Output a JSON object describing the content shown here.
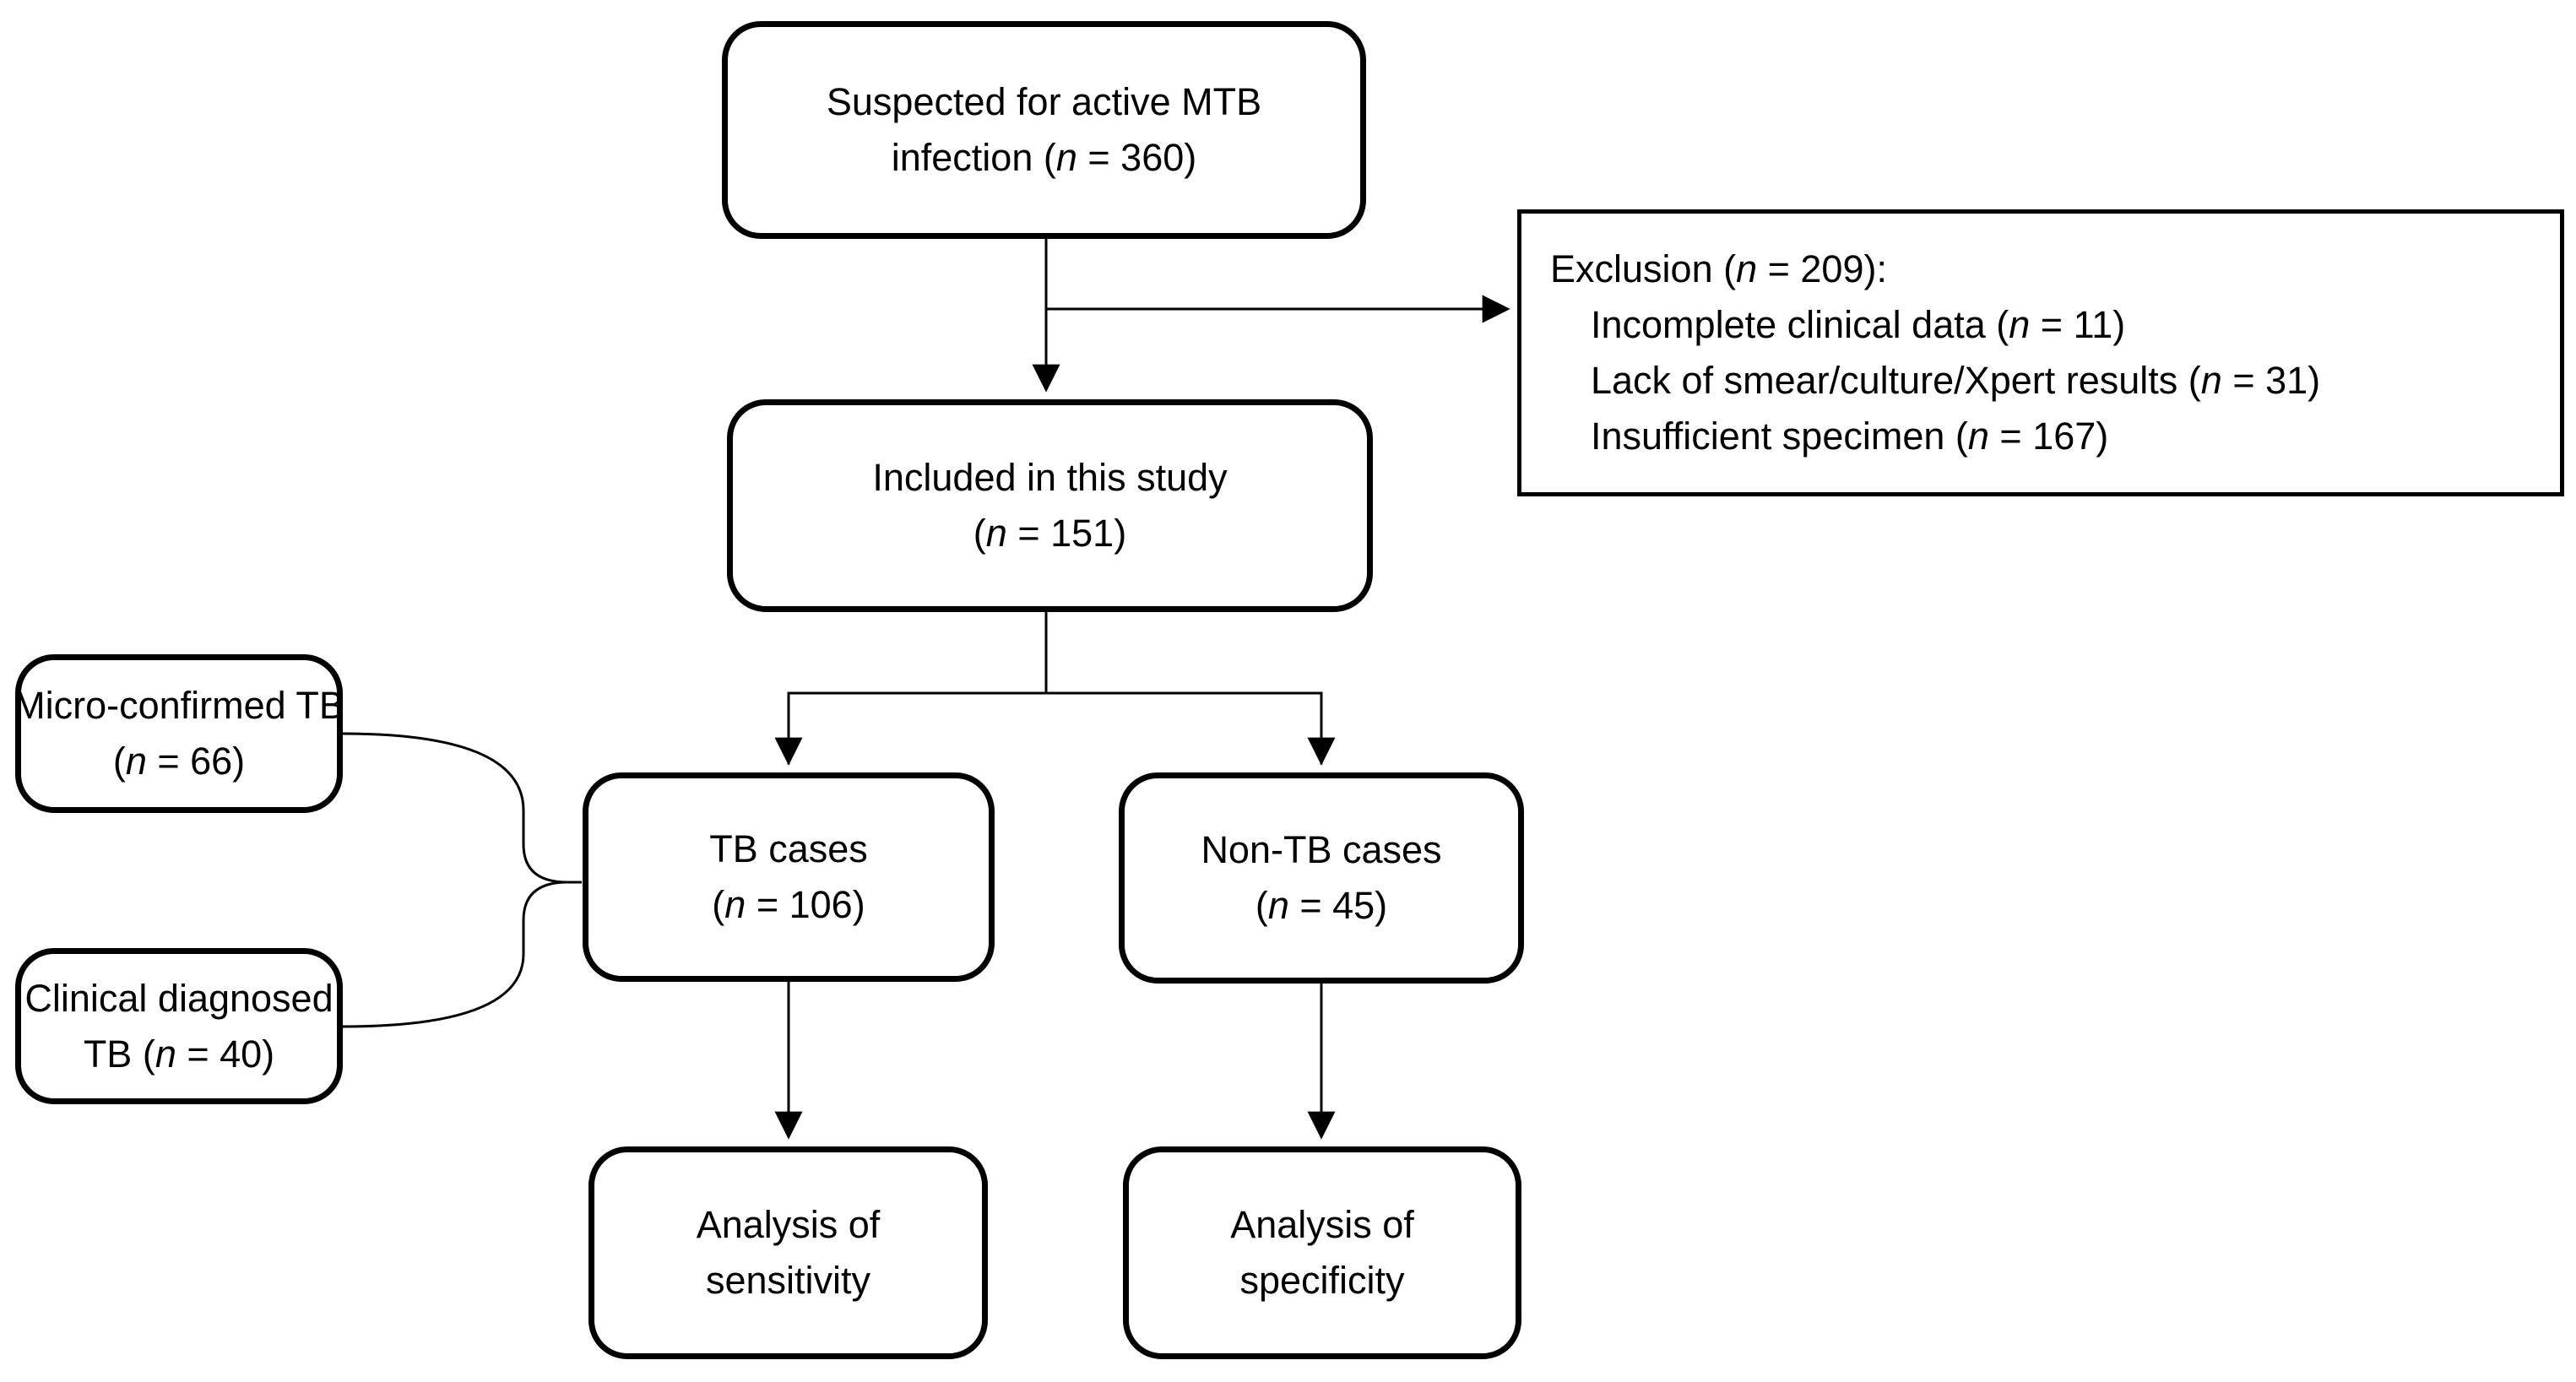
{
  "figure": {
    "background_color": "#ffffff",
    "line_color": "#000000",
    "text_color": "#000000"
  },
  "nodes": {
    "suspected": {
      "id": "suspected-for-active-mtb-infection",
      "n": 360,
      "lines": [
        [
          {
            "t": "Suspected for active MTB"
          }
        ],
        [
          {
            "t": "infection ("
          },
          {
            "t": "n",
            "italic": true
          },
          {
            "t": " = 360)"
          }
        ]
      ]
    },
    "exclusion": {
      "id": "exclusion",
      "n": 209,
      "lines": [
        [
          {
            "t": "Exclusion ("
          },
          {
            "t": "n",
            "italic": true
          },
          {
            "t": " = 209):"
          }
        ],
        [
          {
            "t": "Incomplete clinical data ("
          },
          {
            "t": "n",
            "italic": true
          },
          {
            "t": " = 11)"
          }
        ],
        [
          {
            "t": "Lack of smear/culture/Xpert results ("
          },
          {
            "t": "n",
            "italic": true
          },
          {
            "t": " = 31)"
          }
        ],
        [
          {
            "t": "Insufficient specimen ("
          },
          {
            "t": "n",
            "italic": true
          },
          {
            "t": " = 167)"
          }
        ]
      ]
    },
    "included": {
      "id": "included-in-this-study",
      "n": 151,
      "lines": [
        [
          {
            "t": "Included in this study"
          }
        ],
        [
          {
            "t": "("
          },
          {
            "t": "n",
            "italic": true
          },
          {
            "t": " = 151)"
          }
        ]
      ]
    },
    "micro": {
      "id": "micro-confirmed-tb",
      "n": 66,
      "lines": [
        [
          {
            "t": "Micro-confirmed TB"
          }
        ],
        [
          {
            "t": "("
          },
          {
            "t": "n",
            "italic": true
          },
          {
            "t": " = 66)"
          }
        ]
      ]
    },
    "clinical": {
      "id": "clinical-diagnosed-tb",
      "n": 40,
      "lines": [
        [
          {
            "t": "Clinical diagnosed"
          }
        ],
        [
          {
            "t": "TB ("
          },
          {
            "t": "n",
            "italic": true
          },
          {
            "t": " = 40)"
          }
        ]
      ]
    },
    "tb": {
      "id": "tb-cases",
      "n": 106,
      "lines": [
        [
          {
            "t": "TB cases"
          }
        ],
        [
          {
            "t": "("
          },
          {
            "t": "n",
            "italic": true
          },
          {
            "t": " = 106)"
          }
        ]
      ]
    },
    "nontb": {
      "id": "non-tb-cases",
      "n": 45,
      "lines": [
        [
          {
            "t": "Non-TB cases"
          }
        ],
        [
          {
            "t": "("
          },
          {
            "t": "n",
            "italic": true
          },
          {
            "t": " = 45)"
          }
        ]
      ]
    },
    "sens": {
      "id": "analysis-of-sensitivity",
      "lines": [
        [
          {
            "t": "Analysis of"
          }
        ],
        [
          {
            "t": "sensitivity"
          }
        ]
      ]
    },
    "spec": {
      "id": "analysis-of-specificity",
      "lines": [
        [
          {
            "t": "Analysis of"
          }
        ],
        [
          {
            "t": "specificity"
          }
        ]
      ]
    }
  }
}
